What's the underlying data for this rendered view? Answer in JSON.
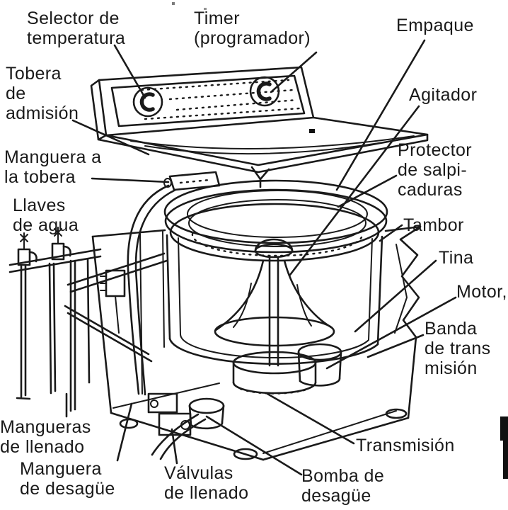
{
  "diagram_title": "Partes de una lavadora (washing machine parts diagram)",
  "colors": {
    "ink": "#1a1a1a",
    "background": "#ffffff"
  },
  "labels": {
    "selector_temperatura": "Selector de\ntemperatura",
    "timer": "Timer\n(programador)",
    "empaque": "Empaque",
    "tobera_admision": "Tobera\nde\nadmisión",
    "agitador": "Agitador",
    "manguera_tobera": "Manguera a\nla tobera",
    "protector_salpicaduras": "Protector\nde salpi-\ncaduras",
    "llaves_agua": "Llaves\nde agua",
    "tambor": "Tambor",
    "tina": "Tina",
    "motor": "Motor,",
    "banda_transmision": "Banda\nde trans\nmisión",
    "mangueras_llenado": "Mangueras\nde llenado",
    "manguera_desague": "Manguera\nde desagüe",
    "valvulas_llenado": "Válvulas\nde llenado",
    "transmision": "Transmisión",
    "bomba_desague": "Bomba de\ndesagüe"
  }
}
